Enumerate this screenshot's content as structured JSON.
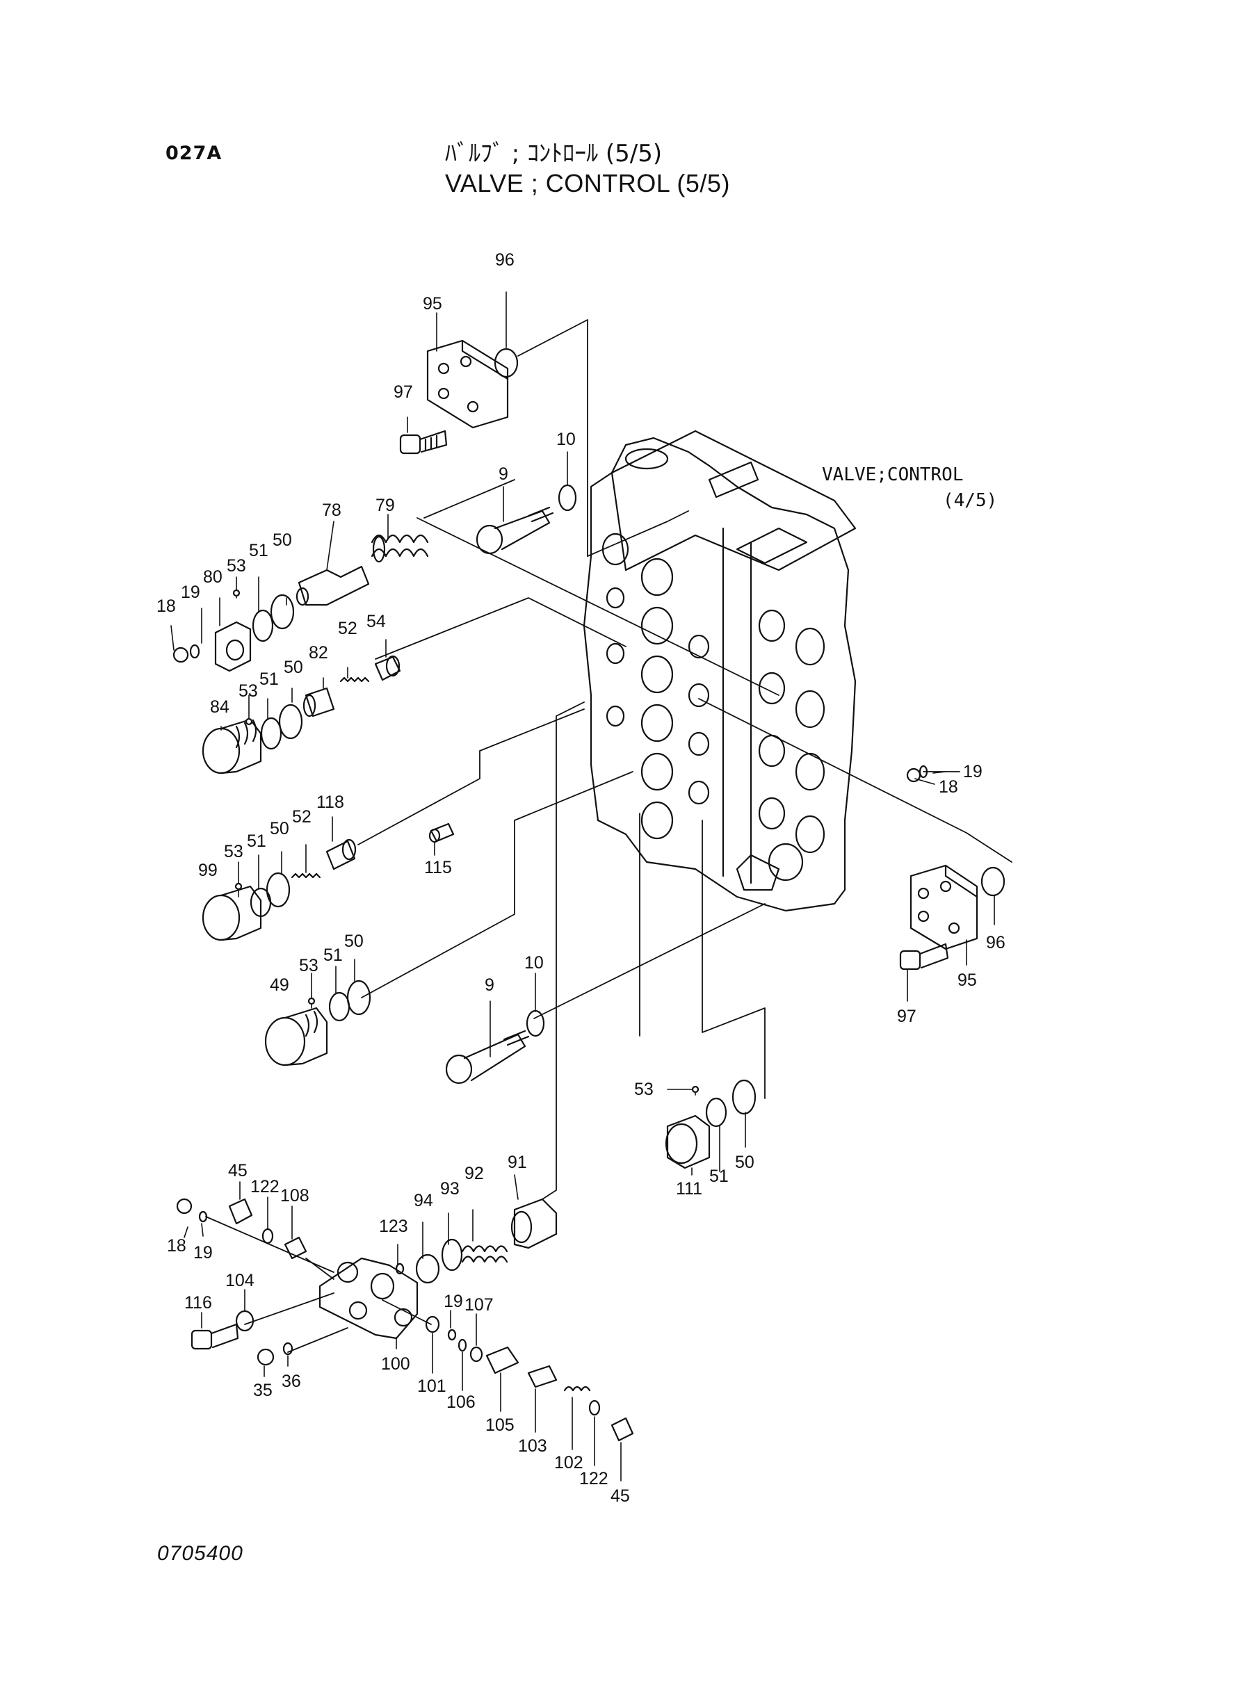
{
  "header": {
    "page_code": "027A",
    "title_jp": "ﾊﾞﾙﾌﾞ ; ｺﾝﾄﾛｰﾙ (5/5)",
    "title_en": "VALVE ; CONTROL (5/5)"
  },
  "reference": {
    "line1": "VALVE;CONTROL",
    "line2": "(4/5)"
  },
  "footer": {
    "drawing_code": "0705400"
  },
  "callouts": [
    {
      "id": "c96a",
      "label": "96"
    },
    {
      "id": "c95a",
      "label": "95"
    },
    {
      "id": "c97a",
      "label": "97"
    },
    {
      "id": "c10a",
      "label": "10"
    },
    {
      "id": "c9a",
      "label": "9"
    },
    {
      "id": "c79",
      "label": "79"
    },
    {
      "id": "c78",
      "label": "78"
    },
    {
      "id": "c50a",
      "label": "50"
    },
    {
      "id": "c51a",
      "label": "51"
    },
    {
      "id": "c53a",
      "label": "53"
    },
    {
      "id": "c80",
      "label": "80"
    },
    {
      "id": "c19a",
      "label": "19"
    },
    {
      "id": "c18a",
      "label": "18"
    },
    {
      "id": "c54",
      "label": "54"
    },
    {
      "id": "c52a",
      "label": "52"
    },
    {
      "id": "c82",
      "label": "82"
    },
    {
      "id": "c50b",
      "label": "50"
    },
    {
      "id": "c51b",
      "label": "51"
    },
    {
      "id": "c53b",
      "label": "53"
    },
    {
      "id": "c84",
      "label": "84"
    },
    {
      "id": "c118",
      "label": "118"
    },
    {
      "id": "c52b",
      "label": "52"
    },
    {
      "id": "c50c",
      "label": "50"
    },
    {
      "id": "c51c",
      "label": "51"
    },
    {
      "id": "c53c",
      "label": "53"
    },
    {
      "id": "c99",
      "label": "99"
    },
    {
      "id": "c115",
      "label": "115"
    },
    {
      "id": "c50d",
      "label": "50"
    },
    {
      "id": "c51d",
      "label": "51"
    },
    {
      "id": "c53d",
      "label": "53"
    },
    {
      "id": "c49",
      "label": "49"
    },
    {
      "id": "c10b",
      "label": "10"
    },
    {
      "id": "c9b",
      "label": "9"
    },
    {
      "id": "c19b",
      "label": "19"
    },
    {
      "id": "c18b",
      "label": "18"
    },
    {
      "id": "c96b",
      "label": "96"
    },
    {
      "id": "c95b",
      "label": "95"
    },
    {
      "id": "c97b",
      "label": "97"
    },
    {
      "id": "c53e",
      "label": "53"
    },
    {
      "id": "c111",
      "label": "111"
    },
    {
      "id": "c51e",
      "label": "51"
    },
    {
      "id": "c50e",
      "label": "50"
    },
    {
      "id": "c91",
      "label": "91"
    },
    {
      "id": "c92",
      "label": "92"
    },
    {
      "id": "c93",
      "label": "93"
    },
    {
      "id": "c94",
      "label": "94"
    },
    {
      "id": "c123",
      "label": "123"
    },
    {
      "id": "c45a",
      "label": "45"
    },
    {
      "id": "c122a",
      "label": "122"
    },
    {
      "id": "c108",
      "label": "108"
    },
    {
      "id": "c18c",
      "label": "18"
    },
    {
      "id": "c19c",
      "label": "19"
    },
    {
      "id": "c104",
      "label": "104"
    },
    {
      "id": "c116",
      "label": "116"
    },
    {
      "id": "c35",
      "label": "35"
    },
    {
      "id": "c36",
      "label": "36"
    },
    {
      "id": "c100",
      "label": "100"
    },
    {
      "id": "c101",
      "label": "101"
    },
    {
      "id": "c19d",
      "label": "19"
    },
    {
      "id": "c106",
      "label": "106"
    },
    {
      "id": "c107",
      "label": "107"
    },
    {
      "id": "c105",
      "label": "105"
    },
    {
      "id": "c103",
      "label": "103"
    },
    {
      "id": "c102",
      "label": "102"
    },
    {
      "id": "c122b",
      "label": "122"
    },
    {
      "id": "c45b",
      "label": "45"
    }
  ]
}
